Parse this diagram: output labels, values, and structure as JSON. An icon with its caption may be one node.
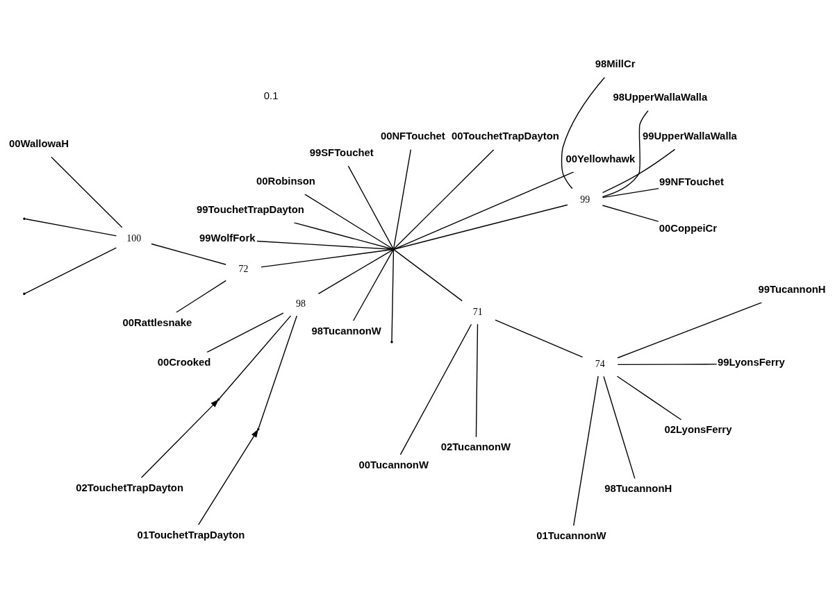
{
  "diagram": {
    "nodes": [
      {
        "text": [],
        "shape": "point"
      },
      {
        "text": [
          "99"
        ]
      },
      {
        "text": [
          "00CoppeiCr"
        ]
      },
      {
        "text": [
          "99NFTouchet"
        ]
      },
      {
        "text": [
          "99UpperWallaWalla"
        ]
      },
      {
        "text": [
          "98UpperWallaWalla"
        ]
      },
      {
        "text": [
          "98MillCr"
        ]
      },
      {
        "text": [
          "00Yellowhawk"
        ]
      },
      {
        "text": [
          "00TouchetTrapDayton"
        ]
      },
      {
        "text": [
          "00NFTouchet"
        ]
      },
      {
        "text": [
          "99SFTouchet"
        ]
      },
      {
        "text": [
          "00Robinson"
        ]
      },
      {
        "text": [
          "99TouchetTrapDayton"
        ]
      },
      {
        "text": [
          "99WolfFork"
        ]
      },
      {
        "text": [
          "72"
        ]
      },
      {
        "text": [
          "100"
        ]
      },
      {
        "text": [
          "00WallowaH"
        ]
      },
      {
        "text": [],
        "shape": "point"
      },
      {
        "text": [],
        "shape": "point"
      },
      {
        "text": [
          "00Rattlesnake"
        ]
      },
      {
        "text": [
          "98"
        ]
      },
      {
        "text": [
          "00Crooked"
        ]
      },
      {
        "text": [],
        "shape": "point"
      },
      {
        "text": [],
        "shape": "point"
      },
      {
        "text": [
          "02TouchetTrapDayton"
        ]
      },
      {
        "text": [
          "01TouchetTrapDayton"
        ]
      },
      {
        "text": [
          "98TucannonW"
        ]
      },
      {
        "text": [],
        "shape": "point"
      },
      {
        "text": [
          "71"
        ]
      },
      {
        "text": [
          "00TucannonW"
        ]
      },
      {
        "text": [
          "02TucannonW"
        ]
      },
      {
        "text": [
          "74"
        ]
      },
      {
        "text": [
          "01TucannonW"
        ]
      },
      {
        "text": [
          "98TucannonH"
        ]
      },
      {
        "text": [
          "02LyonsFerry"
        ]
      },
      {
        "text": [
          "99LyonsFerry"
        ]
      },
      {
        "text": [
          "99TucannonH"
        ]
      }
    ],
    "edges": [
      {
        "from": 0,
        "to": 1,
        "arrow": "none"
      },
      {
        "from": 1,
        "to": 2,
        "arrow": "none"
      },
      {
        "from": 1,
        "to": 3,
        "arrow": "none"
      },
      {
        "from": 1,
        "to": 4,
        "arrow": "none"
      },
      {
        "from": 1,
        "to": 5,
        "arrow": "none"
      },
      {
        "from": 1,
        "to": 6,
        "arrow": "none"
      },
      {
        "from": 0,
        "to": 7,
        "arrow": "none"
      },
      {
        "from": 0,
        "to": 8,
        "arrow": "none"
      },
      {
        "from": 0,
        "to": 9,
        "arrow": "none"
      },
      {
        "from": 0,
        "to": 10,
        "arrow": "none"
      },
      {
        "from": 0,
        "to": 11,
        "arrow": "none"
      },
      {
        "from": 0,
        "to": 12,
        "arrow": "none"
      },
      {
        "from": 0,
        "to": 13,
        "arrow": "none"
      },
      {
        "from": 0,
        "to": 14,
        "arrow": "none"
      },
      {
        "from": 14,
        "to": 15,
        "arrow": "none"
      },
      {
        "from": 15,
        "to": 16,
        "arrow": "none"
      },
      {
        "from": 15,
        "to": 17,
        "arrow": "none"
      },
      {
        "from": 15,
        "to": 18,
        "arrow": "none"
      },
      {
        "from": 14,
        "to": 19,
        "arrow": "none"
      },
      {
        "from": 0,
        "to": 20,
        "arrow": "none"
      },
      {
        "from": 20,
        "to": 21,
        "arrow": "none"
      },
      {
        "from": 20,
        "to": 22,
        "arrow": "none"
      },
      {
        "from": 20,
        "to": 23,
        "arrow": "none"
      },
      {
        "from": 24,
        "to": 22,
        "arrow": "to"
      },
      {
        "from": 25,
        "to": 23,
        "arrow": "to"
      },
      {
        "from": 0,
        "to": 26,
        "arrow": "none"
      },
      {
        "from": 0,
        "to": 27,
        "arrow": "none"
      },
      {
        "from": 0,
        "to": 28,
        "arrow": "none"
      },
      {
        "from": 28,
        "to": 29,
        "arrow": "none"
      },
      {
        "from": 28,
        "to": 30,
        "arrow": "none"
      },
      {
        "from": 28,
        "to": 31,
        "arrow": "none"
      },
      {
        "from": 31,
        "to": 32,
        "arrow": "none"
      },
      {
        "from": 31,
        "to": 33,
        "arrow": "none"
      },
      {
        "from": 31,
        "to": 34,
        "arrow": "none"
      },
      {
        "from": 31,
        "to": 35,
        "arrow": "none"
      },
      {
        "from": 31,
        "to": 36,
        "arrow": "none"
      }
    ],
    "labels": [
      "0.1"
    ]
  }
}
